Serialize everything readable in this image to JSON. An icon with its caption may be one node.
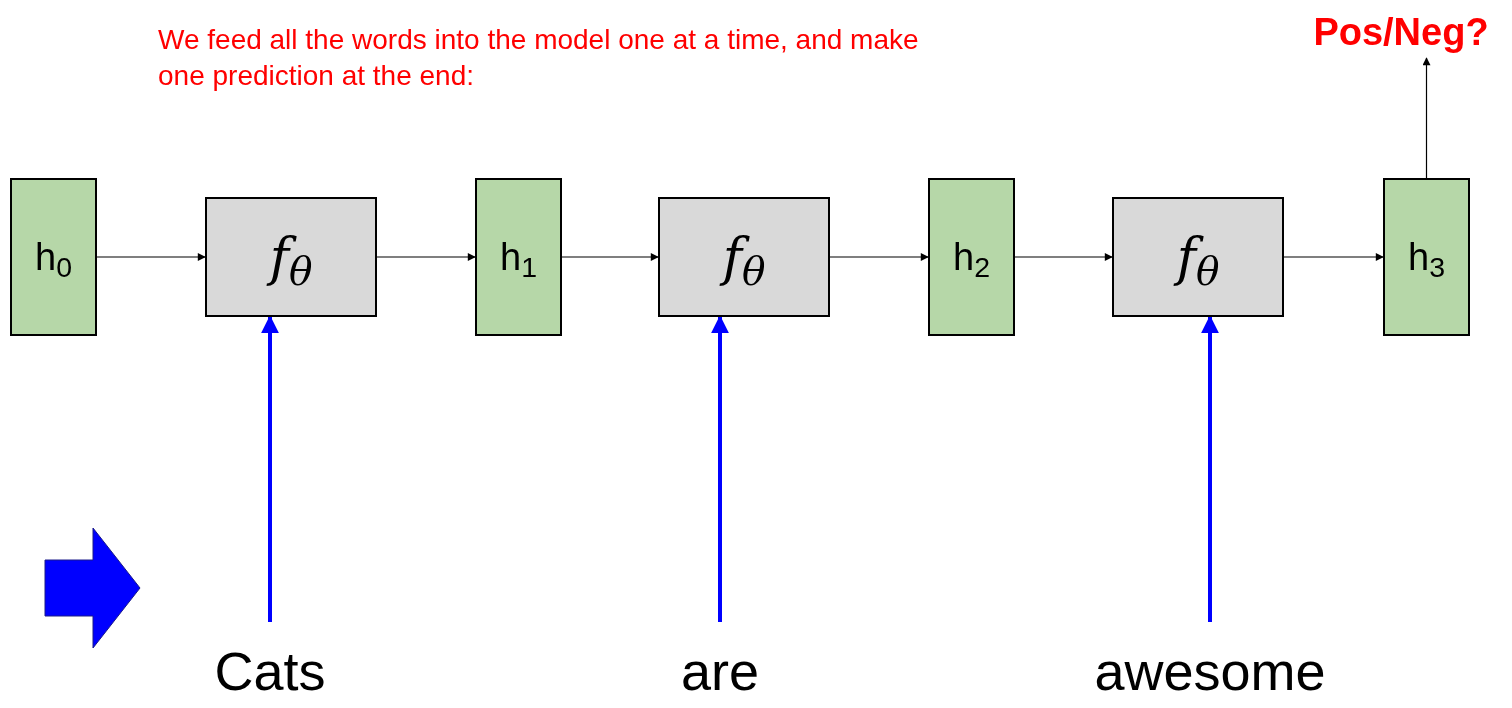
{
  "diagram": {
    "nodes": [
      {
        "text": [
          "h$_{0}$"
        ]
      },
      {
        "text": [
          "f$_{θ}$"
        ]
      },
      {
        "text": [
          "h$_{1}$"
        ]
      },
      {
        "text": [
          "f$_{θ}$"
        ]
      },
      {
        "text": [
          "h$_{2}$"
        ]
      },
      {
        "text": [
          "f$_{θ}$"
        ]
      },
      {
        "text": [
          "h$_{3}$"
        ]
      },
      {
        "text": [
          "Pos/Neg?"
        ]
      },
      {
        "text": [
          "Cats"
        ]
      },
      {
        "text": [
          "are"
        ]
      },
      {
        "text": [
          "awesome"
        ]
      }
    ],
    "edges": [
      {
        "from": 0,
        "to": 1,
        "arrow": "to"
      },
      {
        "from": 1,
        "to": 2,
        "arrow": "to"
      },
      {
        "from": 2,
        "to": 3,
        "arrow": "to"
      },
      {
        "from": 3,
        "to": 4,
        "arrow": "to"
      },
      {
        "from": 4,
        "to": 5,
        "arrow": "to"
      },
      {
        "from": 5,
        "to": 6,
        "arrow": "to"
      },
      {
        "from": 6,
        "to": 7,
        "arrow": "to"
      },
      {
        "from": 8,
        "to": 1,
        "arrow": "to",
        "style": "thick",
        "color": "#0000ff"
      },
      {
        "from": 9,
        "to": 3,
        "arrow": "to",
        "style": "thick",
        "color": "#0000ff"
      },
      {
        "from": 10,
        "to": 5,
        "arrow": "to",
        "style": "thick",
        "color": "#0000ff"
      }
    ],
    "labels": [
      "We feed all the words into the model one at a time, and make one prediction at the end:"
    ]
  }
}
